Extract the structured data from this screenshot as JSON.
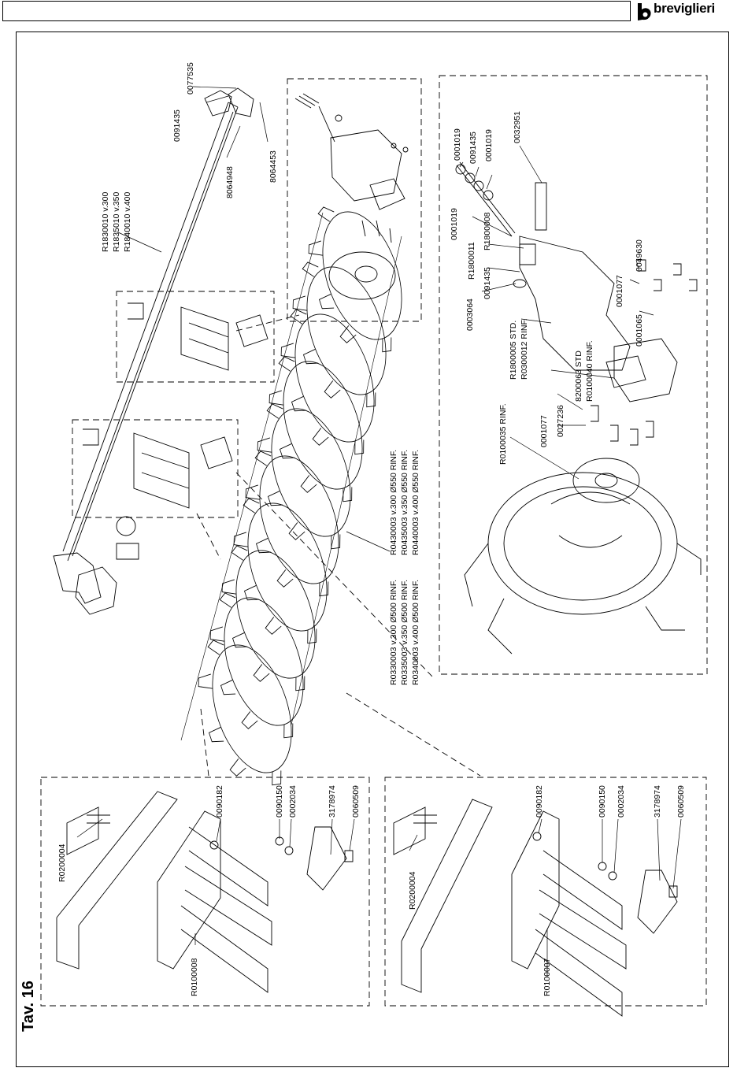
{
  "header": {
    "brand": "breviglieri",
    "brand_color": "#000000",
    "logo_icon": "breviglieri-logo-icon"
  },
  "sheet": {
    "title": "Tav. 16"
  },
  "labels": {
    "top_bar": [
      "0091435",
      "0077535",
      "8064948",
      "8064453"
    ],
    "beam": [
      "R1830010 v.300",
      "R1835010 v.350",
      "R1840010 v.400"
    ],
    "roller_right": [
      "R0430003 v.300 Ø550 RINF.",
      "R0435003 v.350 Ø550 RINF.",
      "R0440003 v.400 Ø550 RINF."
    ],
    "roller_left": [
      "R0330003 v.300 Ø500 RINF.",
      "R0335003 v.350 Ø500 RINF.",
      "R0340003 v.400 Ø500 RINF."
    ],
    "detail": {
      "nut_a": "0001019",
      "washer": "0091435",
      "nut_b": "0001019",
      "bolt": "0032951",
      "nut_c": "0001019",
      "shaft": "R1800008",
      "bushing": "R1800011",
      "washer_b": "0091435",
      "spacer": "0003064",
      "plate": [
        "R1800005 STD.",
        "R0300012 RINF."
      ],
      "screw": "0049630",
      "nut_d": "0001077",
      "washer_c": "0001065",
      "bearing": [
        "8200063 STD",
        "R0100040 RINF."
      ],
      "bolt_b": "0027236",
      "nut_e": "0001077",
      "flange": "R0100035 RINF."
    },
    "scraper_left": {
      "ubolt": "R0200004",
      "nut": "0090182",
      "nut_b": "0090150",
      "washer": "0002034",
      "blade": "3178974",
      "bolt": "0060509",
      "bracket": "R0100008"
    },
    "scraper_right": {
      "ubolt": "R0200004",
      "nut": "0090182",
      "nut_b": "0090150",
      "washer": "0002034",
      "blade": "3178974",
      "bolt": "0060509",
      "bracket": "R0100007"
    }
  }
}
